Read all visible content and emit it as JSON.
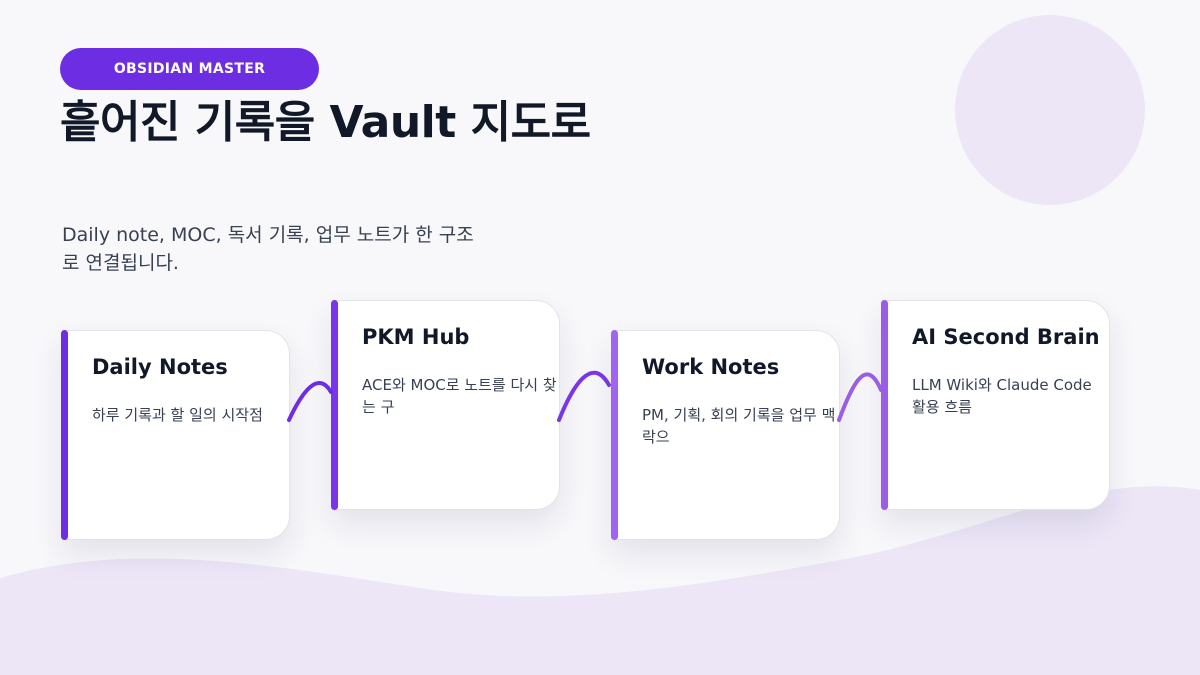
{
  "badge": {
    "label": "OBSIDIAN MASTER"
  },
  "title": "흩어진 기록을 Vault 지도로",
  "subtitle": "Daily note, MOC, 독서 기록, 업무 노트가 한 구조로 연결됩니다.",
  "colors": {
    "accent": "#6d2ee3",
    "accent_light": "#9b5de5",
    "card_bar_primary": "#6d2ee3",
    "card_bar_secondary": "#a064f0",
    "decor_lavender": "#ece6f7"
  },
  "cards": [
    {
      "title": "Daily Notes",
      "desc": "하루 기록과 할 일의 시작점"
    },
    {
      "title": "PKM Hub",
      "desc": "ACE와 MOC로 노트를 다시 찾는 구"
    },
    {
      "title": "Work Notes",
      "desc": "PM, 기획, 회의 기록을 업무 맥락으"
    },
    {
      "title": "AI Second Brain",
      "desc": "LLM Wiki와 Claude Code 활용 흐름"
    }
  ]
}
